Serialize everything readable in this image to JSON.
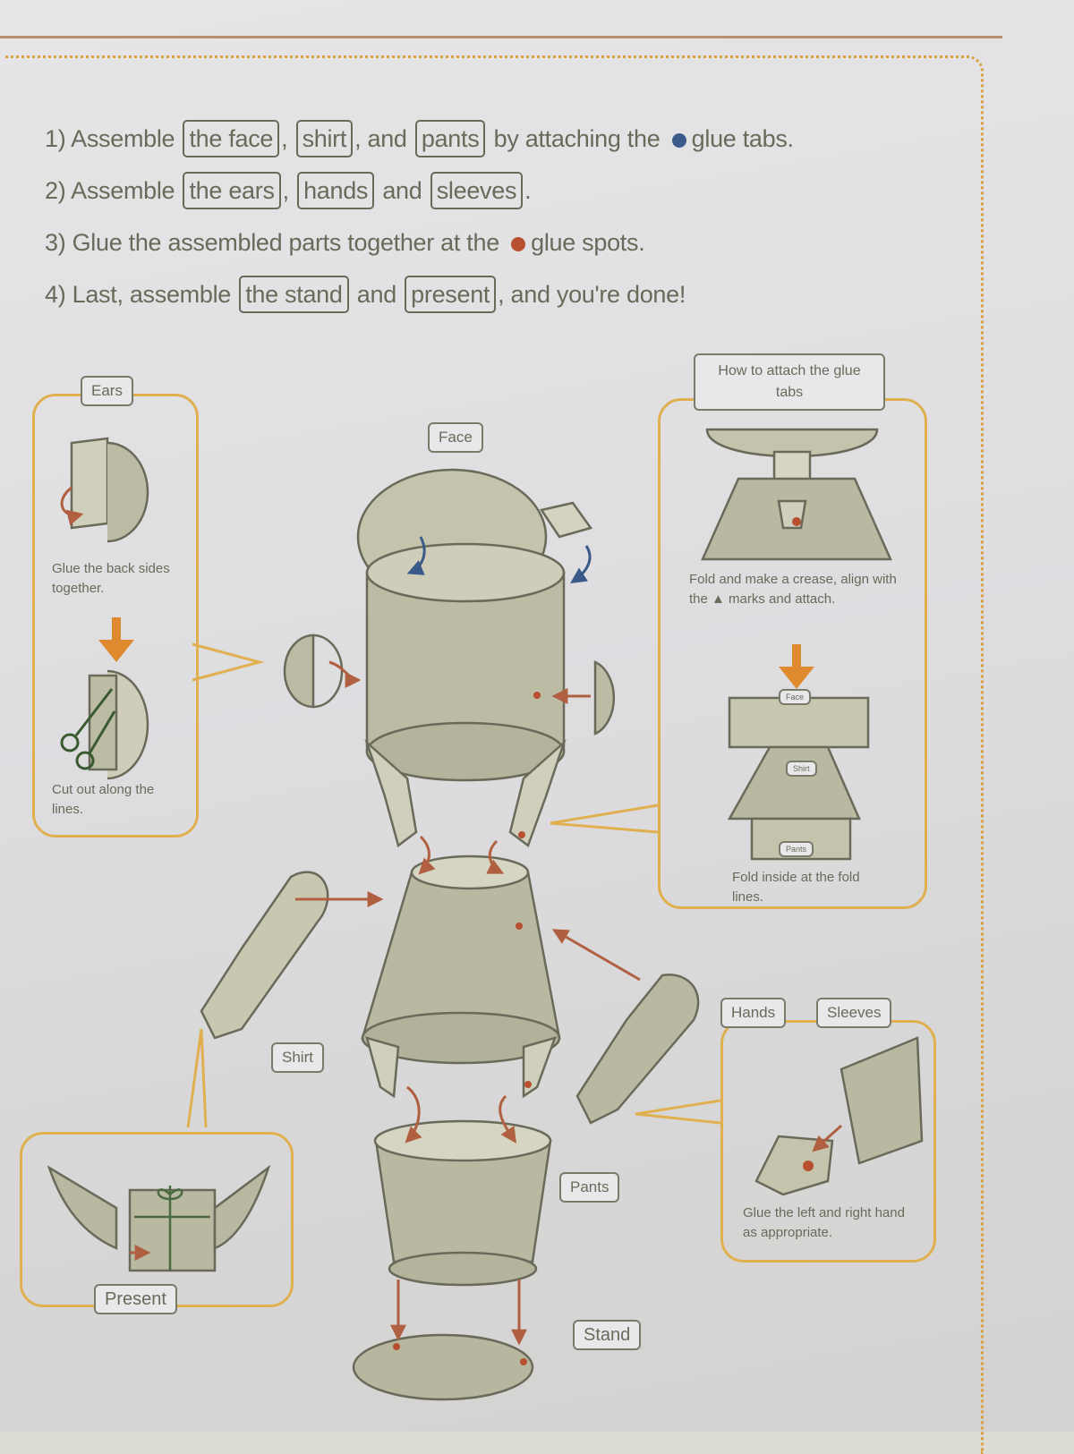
{
  "instructions": {
    "step1": {
      "prefix": "1) Assemble",
      "tag1": "the face",
      "sep1": ",",
      "tag2": "shirt",
      "sep2": ", and",
      "tag3": "pants",
      "suffix": "by attaching the",
      "suffix2": "glue tabs.",
      "dot_color": "#3a5a8a"
    },
    "step2": {
      "prefix": "2) Assemble",
      "tag1": "the ears",
      "sep1": ",",
      "tag2": "hands",
      "sep2": "and",
      "tag3": "sleeves",
      "suffix": "."
    },
    "step3": {
      "prefix": "3) Glue the assembled parts together at the",
      "suffix": "glue spots.",
      "dot_color": "#b85030"
    },
    "step4": {
      "prefix": "4) Last, assemble",
      "tag1": "the stand",
      "sep1": "and",
      "tag2": "present",
      "suffix": ", and you're done!"
    }
  },
  "labels": {
    "ears": "Ears",
    "face": "Face",
    "shirt": "Shirt",
    "pants": "Pants",
    "stand": "Stand",
    "present": "Present",
    "hands": "Hands",
    "sleeves": "Sleeves",
    "glue_tabs_title": "How to attach the glue tabs"
  },
  "notes": {
    "ears_step1": "Glue the back sides together.",
    "ears_step2": "Cut out along the lines.",
    "tabs_step1": "Fold and make a crease, align with the ▲ marks and attach.",
    "tabs_step2": "Fold inside at the fold lines.",
    "hands_step": "Glue the left and right hand as appropriate."
  },
  "mini_labels": {
    "face": "Face",
    "shirt": "Shirt",
    "pants": "Pants"
  },
  "colors": {
    "accent_orange": "#e0b050",
    "glue_tab_blue": "#3a5a8a",
    "glue_spot_red": "#b85030",
    "part_fill": "#b9b8a0",
    "outline": "#6a6a5a"
  }
}
